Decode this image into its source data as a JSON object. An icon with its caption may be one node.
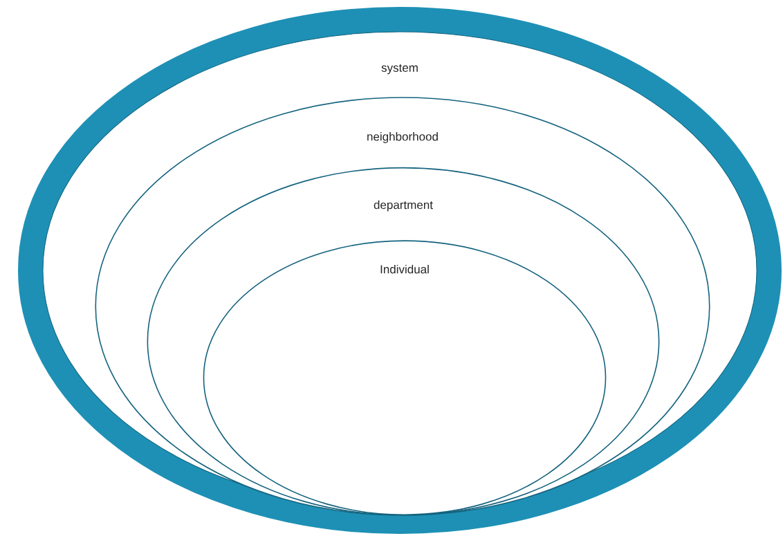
{
  "diagram": {
    "nodes": [
      {
        "text": [
          "system"
        ]
      },
      {
        "text": [
          "neighborhood"
        ],
        "in": 0
      },
      {
        "text": [
          "department"
        ],
        "in": 1
      },
      {
        "text": [
          "Individual"
        ],
        "in": 2
      }
    ]
  }
}
